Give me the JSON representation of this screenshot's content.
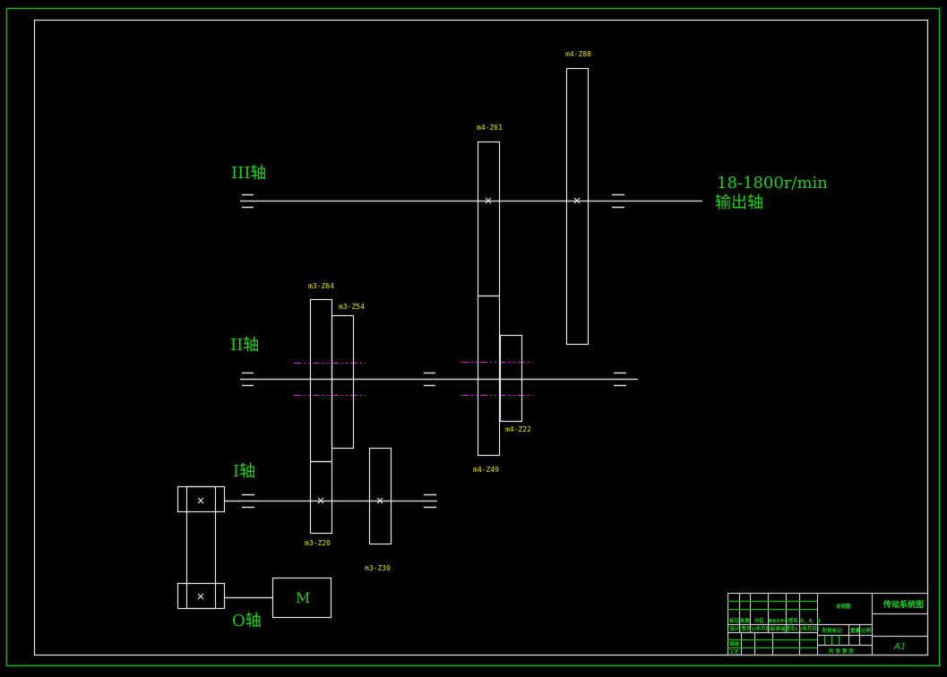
{
  "drawing": {
    "title": "传动系统图",
    "sheet_size": "A1",
    "colors": {
      "background": "#000000",
      "outer_border": "#16b616",
      "inner_border": "#e6e6e6",
      "gear_outline": "#e6e6e6",
      "gear_label": "#e6e600",
      "axis_label": "#1ed21e",
      "pitch_line": "#d81bd8"
    }
  },
  "shafts": {
    "shaft_0": "O轴",
    "shaft_1": "I轴",
    "shaft_2": "II轴",
    "shaft_3": "III轴"
  },
  "output": {
    "speed_range": "18-1800r/min",
    "label": "输出轴"
  },
  "motor": {
    "label": "M"
  },
  "gears": {
    "g_z88": "m4-Z88",
    "g_z61": "m4-Z61",
    "g_z64": "m3-Z64",
    "g_z54": "m3-Z54",
    "g_z22": "m4-Z22",
    "g_z49": "m4-Z49",
    "g_z20": "m3-Z20",
    "g_z30": "m3-Z30"
  },
  "title_block": {
    "header_row1": [
      "标记",
      "处数",
      "分区",
      "更改文件号",
      "签名",
      "年、月、日"
    ],
    "header_row2": [
      "设计",
      "(签名)",
      "(年月日)",
      "标准化",
      "(签名)",
      "(年月日)"
    ],
    "left_rows": [
      "审核",
      "工艺"
    ],
    "drawing_name_cell": "说明图",
    "stage_label": "阶段标记",
    "weight_label": "重量",
    "scale_label": "比例",
    "sheets_text": "共  张  第  张",
    "title": "传动系统图",
    "sheet_size": "A1"
  }
}
